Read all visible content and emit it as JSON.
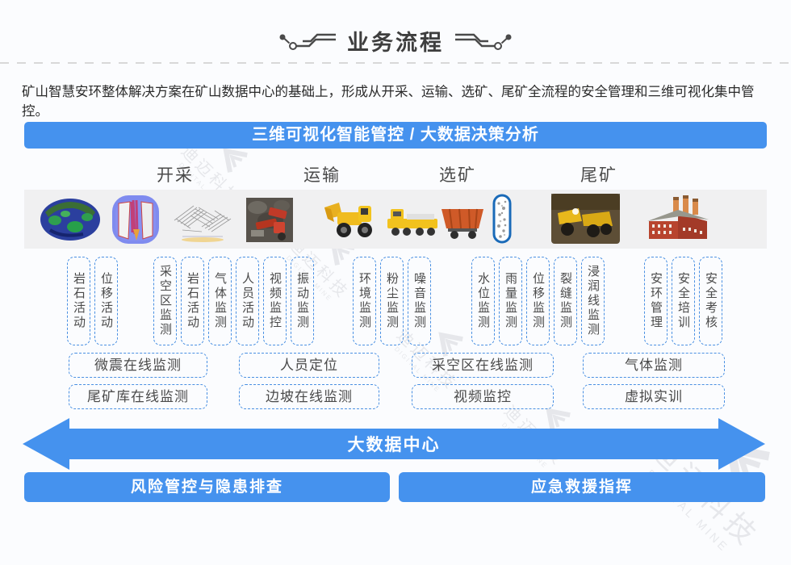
{
  "header": {
    "title": "业务流程",
    "description": "矿山智慧安环整体解决方案在矿山数据中心的基础上，形成从开采、运输、选矿、尾矿全流程的安全管理和三维可视化集中管控。"
  },
  "top_banner": {
    "label": "三维可视化智能管控 / 大数据决策分析"
  },
  "stages": [
    {
      "label": "开采"
    },
    {
      "label": "运输"
    },
    {
      "label": "选矿"
    },
    {
      "label": "尾矿"
    }
  ],
  "process_images": [
    {
      "icon": "terrain-model-image"
    },
    {
      "icon": "geology-model-image"
    },
    {
      "icon": "mine-wireframe-image"
    },
    {
      "icon": "drilling-rig-image"
    },
    {
      "icon": "underground-loader-image"
    },
    {
      "icon": "electric-locomotive-image"
    },
    {
      "icon": "mine-cart-image"
    },
    {
      "icon": "ore-sample-capsule-image"
    },
    {
      "icon": "mine-truck-image"
    },
    {
      "icon": "processing-plant-image"
    }
  ],
  "monitor_groups": [
    {
      "items": [
        "岩石活动",
        "位移活动"
      ]
    },
    {
      "items": [
        "采空区监测",
        "岩石活动",
        "气体监测",
        "人员活动",
        "视频监控",
        "振动监测"
      ]
    },
    {
      "items": [
        "环境监测",
        "粉尘监测",
        "噪音监测"
      ]
    },
    {
      "items": [
        "水位监测",
        "雨量监测",
        "位移监测",
        "裂缝监测",
        "浸润线监测"
      ]
    },
    {
      "items": [
        "安环管理",
        "安全培训",
        "安全考核"
      ]
    }
  ],
  "system_columns": [
    {
      "top": "微震在线监测",
      "bottom": "尾矿库在线监测"
    },
    {
      "top": "人员定位",
      "bottom": "边坡在线监测"
    },
    {
      "top": "采空区在线监测",
      "bottom": "视频监控"
    },
    {
      "top": "气体监测",
      "bottom": "虚拟实训"
    }
  ],
  "data_center": {
    "label": "大数据中心"
  },
  "bottom_banners": [
    {
      "label": "风险管控与隐患排查"
    },
    {
      "label": "应急救援指挥"
    }
  ],
  "watermark": {
    "text": "迪迈科技",
    "subtext": "DIGITAL MINE"
  },
  "colors": {
    "accent": "#4592ee",
    "dashed_border": "#4a90e2",
    "strip_bg": "#f0f0f1"
  }
}
